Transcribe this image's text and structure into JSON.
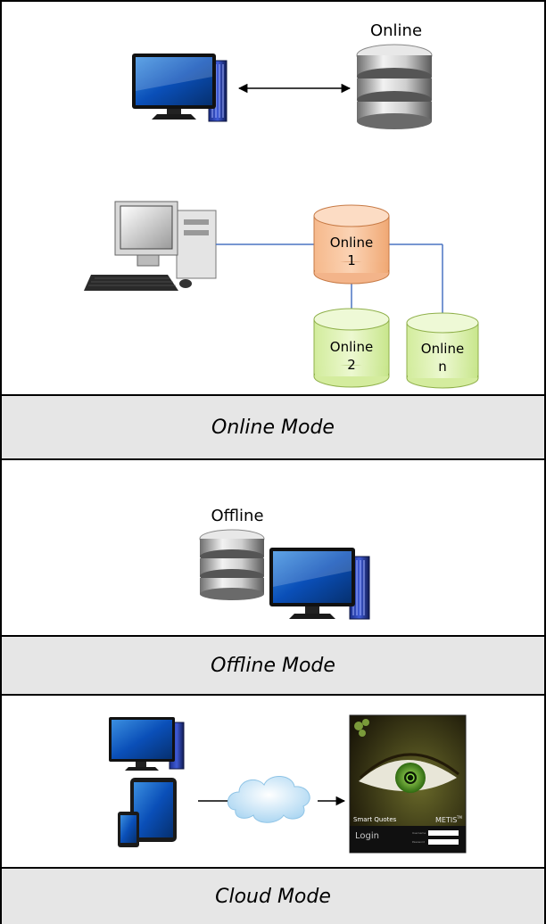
{
  "online_section": {
    "server_label": "Online",
    "db1_line1": "Online",
    "db1_line2": "1",
    "db2_line1": "Online",
    "db2_line2": "2",
    "dbn_line1": "Online",
    "dbn_line2": "n",
    "caption": "Online Mode"
  },
  "offline_section": {
    "server_label": "Offline",
    "caption": "Offline Mode"
  },
  "cloud_section": {
    "app_label_left": "Smart Quotes",
    "app_brand": "METIS",
    "app_brand_mark": "TM",
    "app_login_label": "Login",
    "app_field1_label": "Username",
    "app_field2_label": "Password",
    "caption": "Cloud Mode"
  }
}
